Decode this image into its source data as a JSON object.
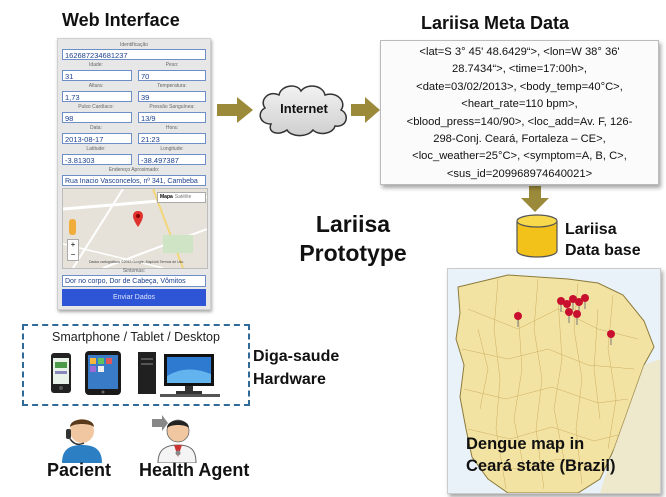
{
  "web_interface": {
    "title": "Web Interface",
    "form": {
      "id_label": "Identificação",
      "id_value": "162687234681237",
      "age_label": "Idade:",
      "age_value": "31",
      "weight_label": "Peso:",
      "weight_value": "70",
      "height_label": "Altura:",
      "height_value": "1,73",
      "temp_label": "Temperatura:",
      "temp_value": "39",
      "pulse_label": "Pulso Cardíaco:",
      "pulse_value": "98",
      "pressure_label": "Pressão Sanguínea:",
      "pressure_value": "13/9",
      "date_label": "Data:",
      "date_value": "2013-08-17",
      "time_label": "Hora:",
      "time_value": "21:23",
      "lat_label": "Latitude:",
      "lat_value": "-3.81303",
      "lon_label": "Longitude:",
      "lon_value": "-38.497387",
      "address_label": "Endereço Aproximado:",
      "address_value": "Rua Inacio Vasconcelos, nº 341, Cambeba",
      "map_tab_mapa": "Mapa",
      "map_tab_satellite": "Satélite",
      "map_footer": "Dados cartográficos ©2013 Google, MapLink  Termos de Uso",
      "symptoms_label": "Sintomas:",
      "symptoms_value": "Dor no corpo, Dor de Cabeça, Vômitos",
      "send_button": "Enviar Dados"
    }
  },
  "internet": {
    "label": "Internet"
  },
  "meta": {
    "title": "Lariisa Meta Data",
    "lines": [
      "<lat=S 3° 45' 48.6429“>, <lon=W 38° 36'",
      "28.7434“>, <time=17:00h>,",
      "<date=03/02/2013>, <body_temp=40°C>,",
      "<heart_rate=110 bpm>,",
      "<blood_press=140/90>, <loc_add=Av. F, 126-",
      "298-Conj. Ceará, Fortaleza – CE>,",
      "<loc_weather=25°C>, <symptom=A, B, C>,",
      "<sus_id=209968974640021>"
    ]
  },
  "prototype": {
    "line1": "Lariisa",
    "line2": "Prototype"
  },
  "database": {
    "line1": "Lariisa",
    "line2": "Data base"
  },
  "hardware": {
    "devices_label": "Smartphone / Tablet / Desktop",
    "name_line1": "Diga-saude",
    "name_line2": "Hardware"
  },
  "actors": {
    "patient": "Pacient",
    "agent": "Health Agent"
  },
  "dengue": {
    "line1": "Dengue map in",
    "line2": "Ceará state (Brazil)"
  },
  "colors": {
    "arrow": "#9b8a3a",
    "database": "#f2c21a",
    "hw_border": "#2f6a99",
    "pin": "#c8102e",
    "send": "#2d55d6"
  }
}
